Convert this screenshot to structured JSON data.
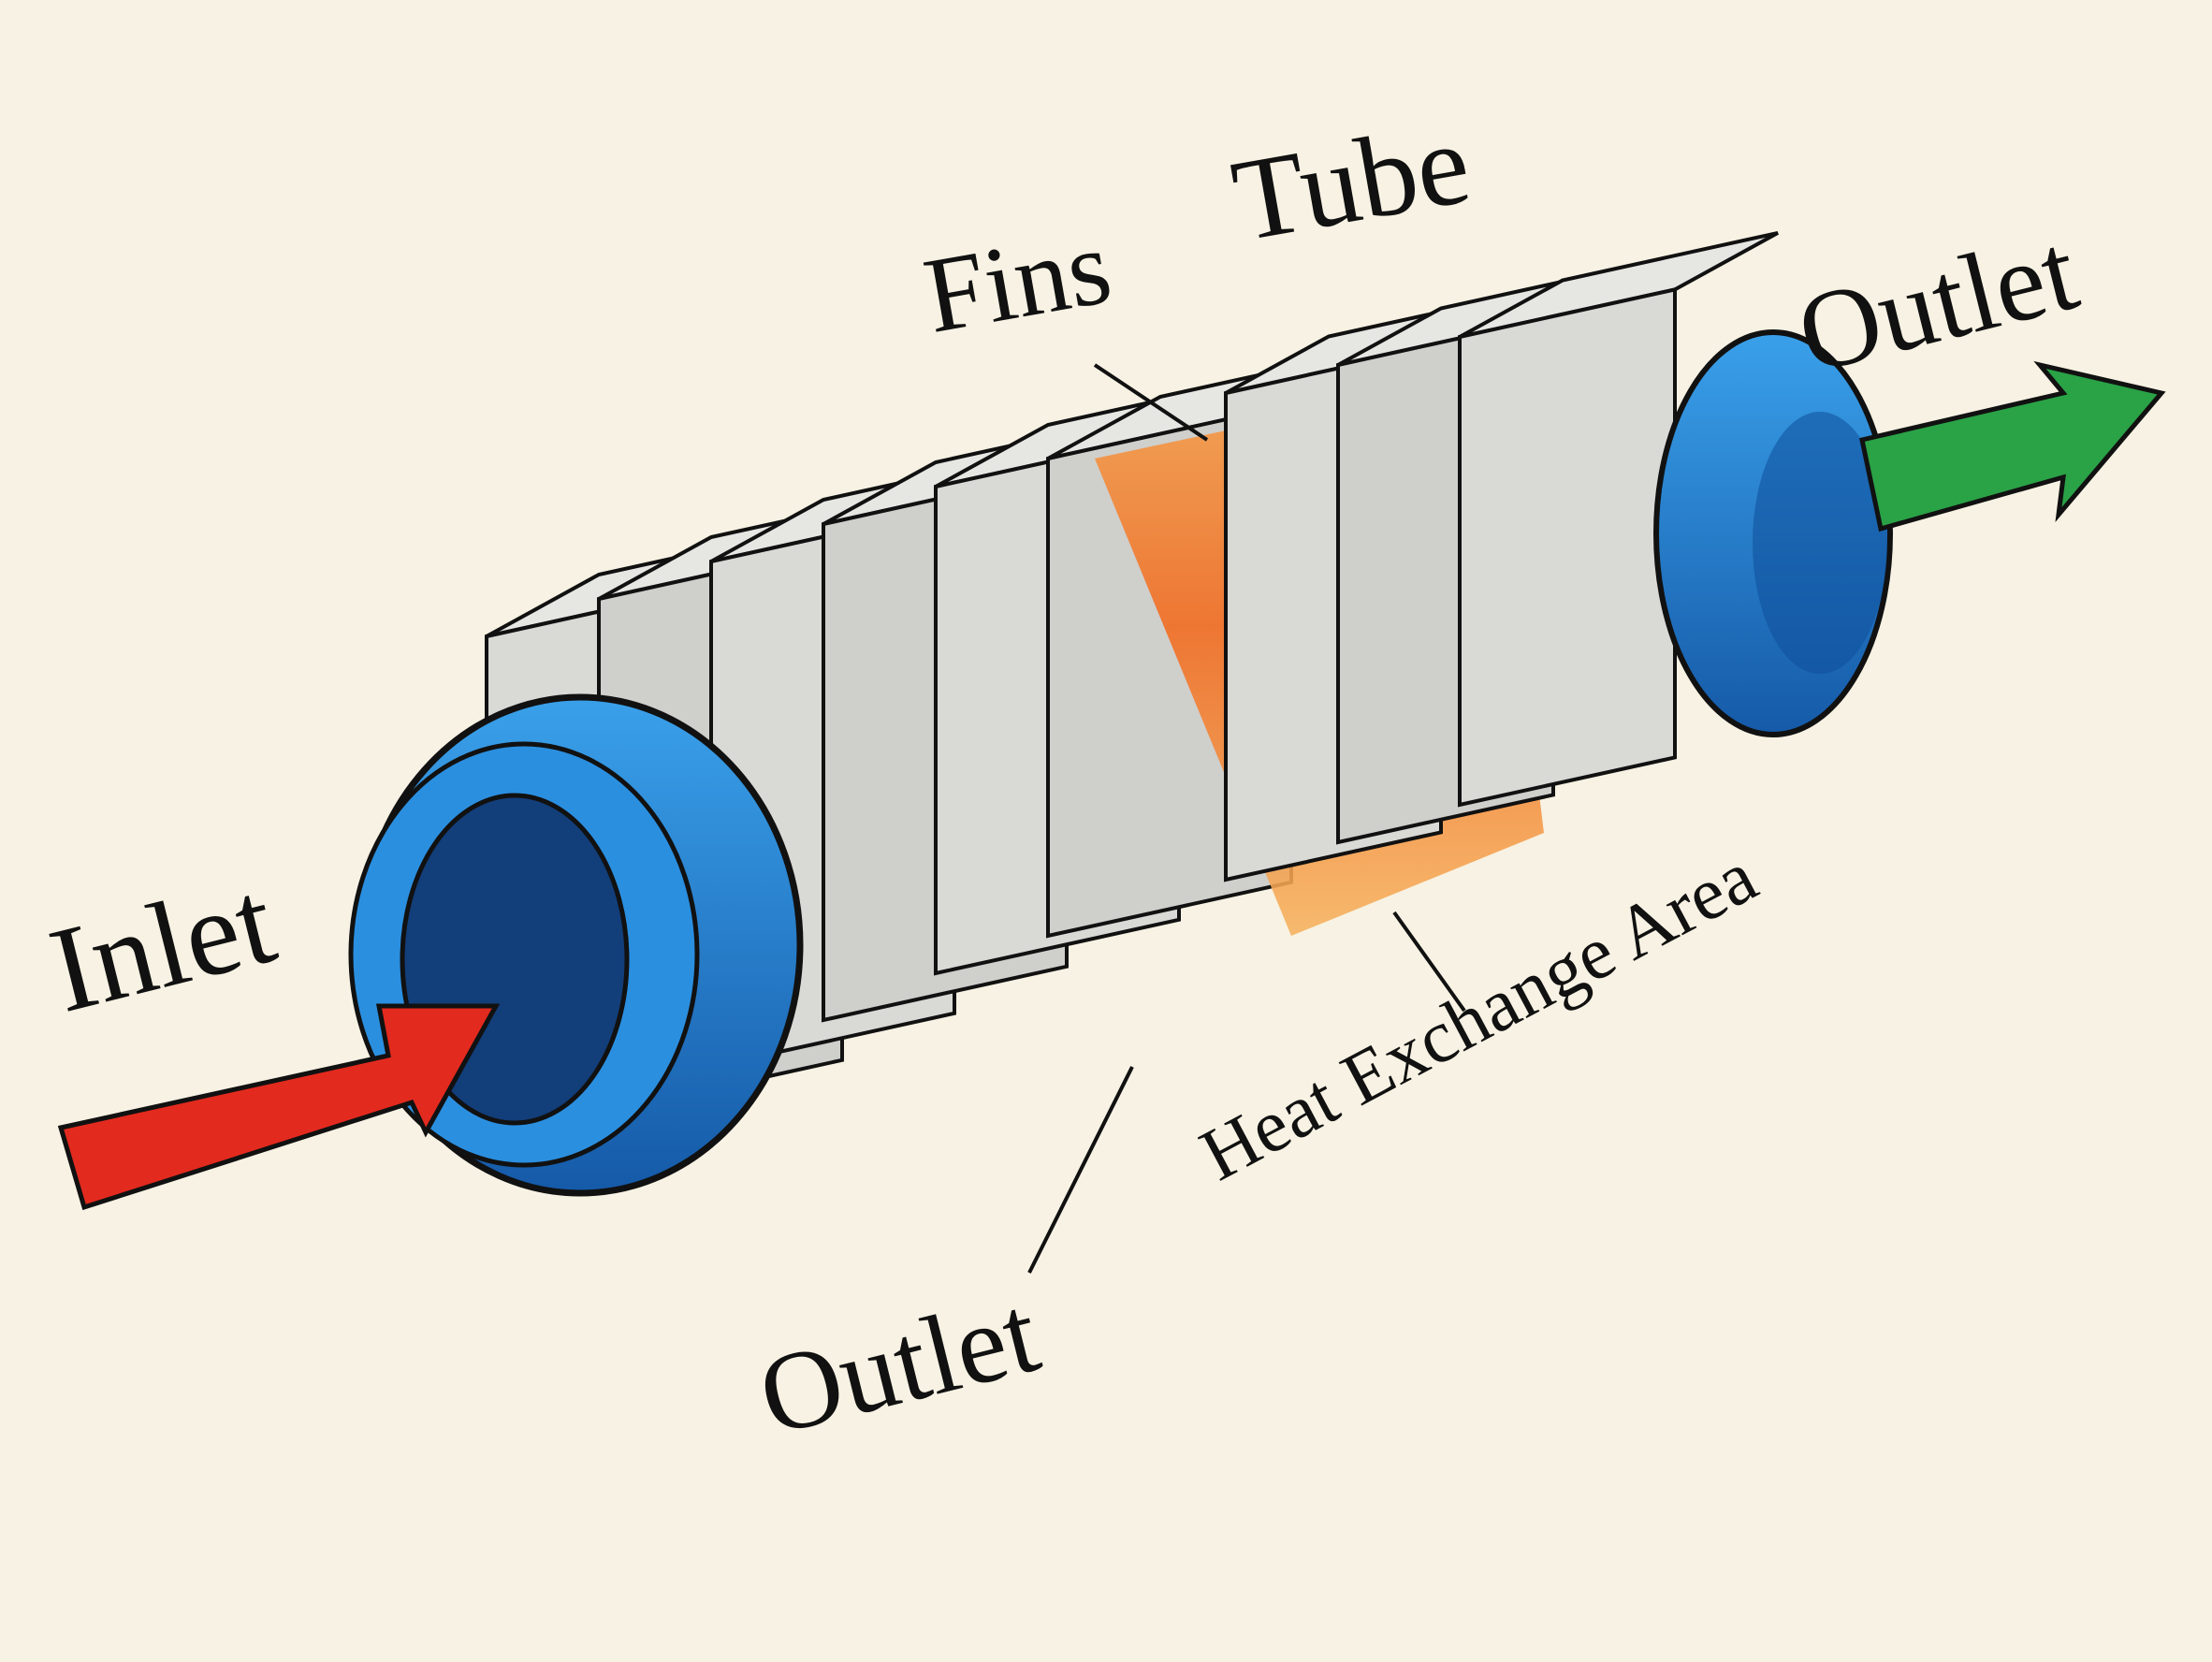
{
  "labels": {
    "inlet": "Inlet",
    "fins": "Fins",
    "tube": "Tube",
    "outlet_top": "Outlet",
    "outlet_bottom": "Outlet",
    "heat_exchange": "Heat Exchange Area"
  },
  "colors": {
    "paper": "#f7f2e3",
    "inlet_arrow": "#e32a1e",
    "outlet_arrow": "#2aa246",
    "pipe": "#1f7fd6",
    "pipe_dark": "#0f4f9a",
    "fin": "#d3d3d1",
    "heat_zone": "#f27a22",
    "ink": "#111111"
  }
}
